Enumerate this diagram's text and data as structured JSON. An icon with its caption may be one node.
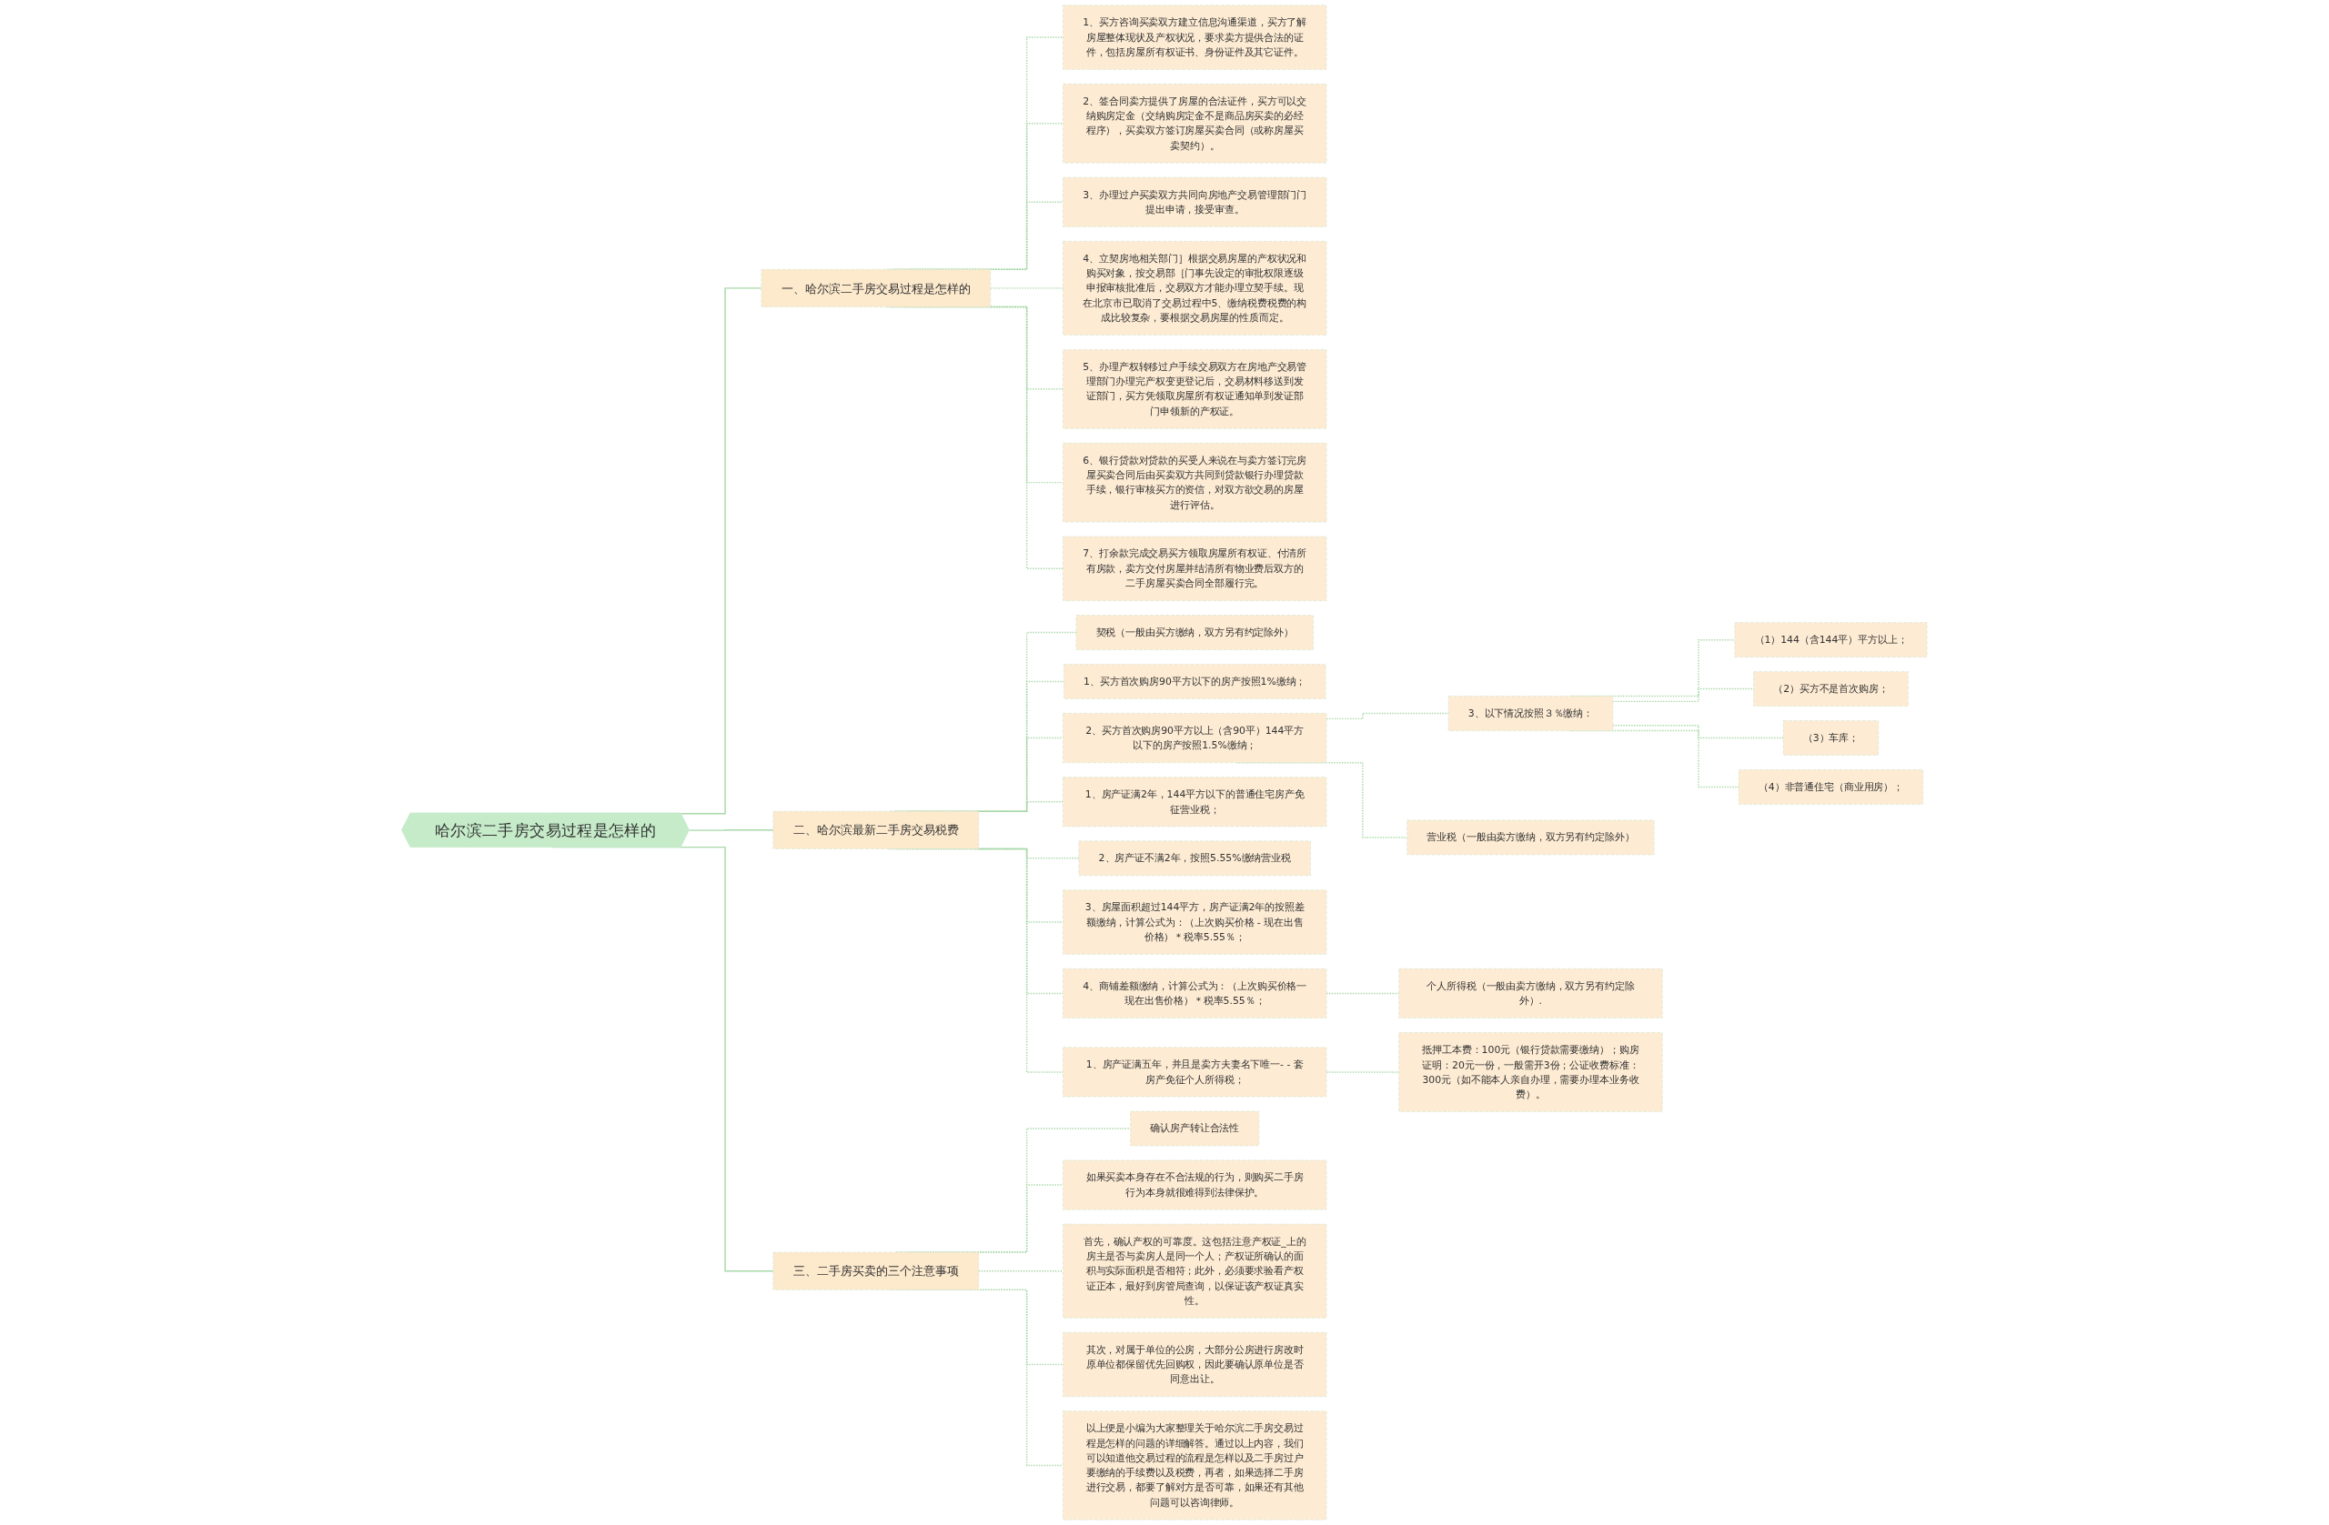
{
  "diagram": {
    "nodes": [
      {
        "text": [
          "哈尔滨二手房交易过程是怎样的"
        ]
      },
      {
        "text": [
          "一、哈尔滨二手房交易过程是怎样的"
        ]
      },
      {
        "text": [
          "1、买方咨询买卖双方建立信息沟通渠道，买方了解房屋整体现状及产权状况，要求卖方提供合法的证件，包括房屋所有权证书、身份证件及其它证件。"
        ]
      },
      {
        "text": [
          "2、签合同卖方提供了房屋的合法证件，买方可以交纳购房定金（交纳购房定金不是商品房买卖的必经程序），买卖双方签订房屋买卖合同（或称房屋买卖契约）。"
        ]
      },
      {
        "text": [
          "3、办理过户买卖双方共同向房地产交易管理部门门提出申请，接受审查。"
        ]
      },
      {
        "text": [
          "4、立契房地相关部门］根据交易房屋的产权状况和购买对象，按交易部［门事先设定的审批权限逐级申报审核批准后，交易双方才能办理立契手续。现在北京市已取消了交易过程中5、缴纳税费税费的构成比较复杂，要根据交易房屋的性质而定。"
        ]
      },
      {
        "text": [
          "5、办理产权转移过户手续交易双方在房地产交易管理部门办理完产权变更登记后，交易材料移送到发证部门，买方凭领取房屋所有权证通知单到发证部门申领新的产权证。"
        ]
      },
      {
        "text": [
          "6、银行贷款对贷款的买受人来说在与卖方签订完房屋买卖合同后由买卖双方共同到贷款银行办理贷款手续，银行审核买方的资信，对双方欲交易的房屋进行评估。"
        ]
      },
      {
        "text": [
          "7、打余款完成交易买方领取房屋所有权证、付清所有房款，卖方交付房屋并结清所有物业费后双方的二手房屋买卖合同全部履行完。"
        ]
      },
      {
        "text": [
          "二、哈尔滨最新二手房交易税费"
        ]
      },
      {
        "text": [
          "契税（一般由买方缴纳，双方另有约定除外）"
        ]
      },
      {
        "text": [
          "1、买方首次购房90平方以下的房产按照1%缴纳；"
        ]
      },
      {
        "text": [
          "2、买方首次购房90平方以上（含90平）144平方以下的房产按照1.5%缴纳；"
        ]
      },
      {
        "text": [
          "3、以下情况按照３％缴纳："
        ]
      },
      {
        "text": [
          "（1）144（含144平）平方以上；"
        ]
      },
      {
        "text": [
          "（2）买方不是首次购房；"
        ]
      },
      {
        "text": [
          "（3）车库；"
        ]
      },
      {
        "text": [
          "（4）非普通住宅（商业用房）；"
        ]
      },
      {
        "text": [
          "营业税（一般由卖方缴纳，双方另有约定除外）"
        ]
      },
      {
        "text": [
          "1、房产证满2年，144平方以下的普通住宅房产免征营业税；"
        ]
      },
      {
        "text": [
          "2、房产证不满2年，按照5.55%缴纳营业税"
        ]
      },
      {
        "text": [
          "3、房屋面积超过144平方，房产证满2年的按照差额缴纳，计算公式为：（上次购买价格 - 现在出售价格）＊税率5.55％；"
        ]
      },
      {
        "text": [
          "4、商铺差额缴纳，计算公式为：（上次购买价格一现在出售价格）＊税率5.55％；"
        ]
      },
      {
        "text": [
          "个人所得税（一般由卖方缴纳，双方另有约定除外）."
        ]
      },
      {
        "text": [
          "1、房产证满五年，并且是卖方夫妻名下唯一- - 套房产免征个人所得税；"
        ]
      },
      {
        "text": [
          "抵押工本费：100元（银行贷款需要缴纳）；购房证明：20元一份，一般需开3份；公证收费标准：300元（如不能本人亲自办理，需要办理本业务收费）。"
        ]
      },
      {
        "text": [
          "三、二手房买卖的三个注意事项"
        ]
      },
      {
        "text": [
          "确认房产转让合法性"
        ]
      },
      {
        "text": [
          "如果买卖本身存在不合法规的行为，则购买二手房行为本身就很难得到法律保护。"
        ]
      },
      {
        "text": [
          "首先，确认产权的可靠度。这包括注意产权证_上的房主是否与卖房人是同一个人；产权证所确认的面积与实际面积是否相符；此外，必须要求验看产权证正本，最好到房管局查询，以保证该产权证真实性。"
        ]
      },
      {
        "text": [
          "其次，对属于单位的公房，大部分公房进行房改时原单位都保留优先回购权，因此要确认原单位是否同意出让。"
        ]
      },
      {
        "text": [
          "以上便是小编为大家整理关于哈尔滨二手房交易过程是怎样的问题的详细解答。通过以上内容，我们可以知道他交易过程的流程是怎样以及二手房过户要缴纳的手续费以及税费，再者，如果选择二手房进行交易，都要了解对方是否可靠，如果还有其他问题可以咨询律师。"
        ]
      }
    ],
    "edges": [
      {
        "from": 0,
        "to": 1,
        "arrow": "none"
      },
      {
        "from": 1,
        "to": 2,
        "arrow": "none",
        "style": "dashed"
      },
      {
        "from": 1,
        "to": 3,
        "arrow": "none",
        "style": "dashed"
      },
      {
        "from": 1,
        "to": 4,
        "arrow": "none",
        "style": "dashed"
      },
      {
        "from": 1,
        "to": 5,
        "arrow": "none",
        "style": "dashed"
      },
      {
        "from": 1,
        "to": 6,
        "arrow": "none",
        "style": "dashed"
      },
      {
        "from": 1,
        "to": 7,
        "arrow": "none",
        "style": "dashed"
      },
      {
        "from": 1,
        "to": 8,
        "arrow": "none",
        "style": "dashed"
      },
      {
        "from": 0,
        "to": 9,
        "arrow": "none"
      },
      {
        "from": 9,
        "to": 10,
        "arrow": "none",
        "style": "dashed"
      },
      {
        "from": 9,
        "to": 11,
        "arrow": "none",
        "style": "dashed"
      },
      {
        "from": 9,
        "to": 12,
        "arrow": "none",
        "style": "dashed"
      },
      {
        "from": 12,
        "to": 13,
        "arrow": "none",
        "style": "dashed"
      },
      {
        "from": 13,
        "to": 14,
        "arrow": "none",
        "style": "dashed"
      },
      {
        "from": 13,
        "to": 15,
        "arrow": "none",
        "style": "dashed"
      },
      {
        "from": 13,
        "to": 16,
        "arrow": "none",
        "style": "dashed"
      },
      {
        "from": 13,
        "to": 17,
        "arrow": "none",
        "style": "dashed"
      },
      {
        "from": 12,
        "to": 18,
        "arrow": "none",
        "style": "dashed"
      },
      {
        "from": 9,
        "to": 19,
        "arrow": "none",
        "style": "dashed"
      },
      {
        "from": 9,
        "to": 20,
        "arrow": "none",
        "style": "dashed"
      },
      {
        "from": 9,
        "to": 21,
        "arrow": "none",
        "style": "dashed"
      },
      {
        "from": 9,
        "to": 22,
        "arrow": "none",
        "style": "dashed"
      },
      {
        "from": 22,
        "to": 23,
        "arrow": "none",
        "style": "dashed"
      },
      {
        "from": 9,
        "to": 24,
        "arrow": "none",
        "style": "dashed"
      },
      {
        "from": 24,
        "to": 25,
        "arrow": "none",
        "style": "dashed"
      },
      {
        "from": 0,
        "to": 26,
        "arrow": "none"
      },
      {
        "from": 26,
        "to": 27,
        "arrow": "none",
        "style": "dashed"
      },
      {
        "from": 26,
        "to": 28,
        "arrow": "none",
        "style": "dashed"
      },
      {
        "from": 26,
        "to": 29,
        "arrow": "none",
        "style": "dashed"
      },
      {
        "from": 26,
        "to": 30,
        "arrow": "none",
        "style": "dashed"
      },
      {
        "from": 26,
        "to": 31,
        "arrow": "none",
        "style": "dashed"
      }
    ]
  }
}
